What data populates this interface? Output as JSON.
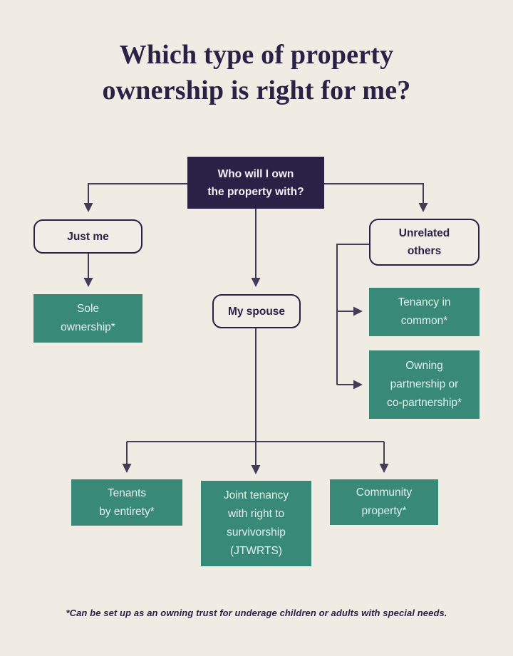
{
  "page": {
    "title_lines": [
      "Which type of property",
      "ownership is right for me?"
    ],
    "footnote": "*Can be set up as an owning trust for underage children or adults with special needs."
  },
  "colors": {
    "background": "#f0ece4",
    "navy": "#2b2147",
    "connector_line": "#433c59",
    "green": "#398979",
    "green_box_text": "#e2f1ea"
  },
  "flowchart": {
    "decision": {
      "lines": [
        "Who will I own",
        "the property with?"
      ]
    },
    "options": {
      "just_me": {
        "label": "Just me"
      },
      "my_spouse": {
        "label": "My spouse"
      },
      "unrelated_others": {
        "lines": [
          "Unrelated",
          "others"
        ]
      }
    },
    "outcomes": {
      "sole_ownership": {
        "lines": [
          "Sole",
          "ownership*"
        ]
      },
      "tenancy_in_common": {
        "lines": [
          "Tenancy in",
          "common*"
        ]
      },
      "owning_partnership": {
        "lines": [
          "Owning",
          "partnership or",
          "co-partnership*"
        ]
      },
      "tenants_by_entirety": {
        "lines": [
          "Tenants",
          "by entirety*"
        ]
      },
      "joint_tenancy": {
        "lines": [
          "Joint tenancy",
          "with right to",
          "survivorship",
          "(JTWRTS)"
        ]
      },
      "community_property": {
        "lines": [
          "Community",
          "property*"
        ]
      }
    }
  }
}
